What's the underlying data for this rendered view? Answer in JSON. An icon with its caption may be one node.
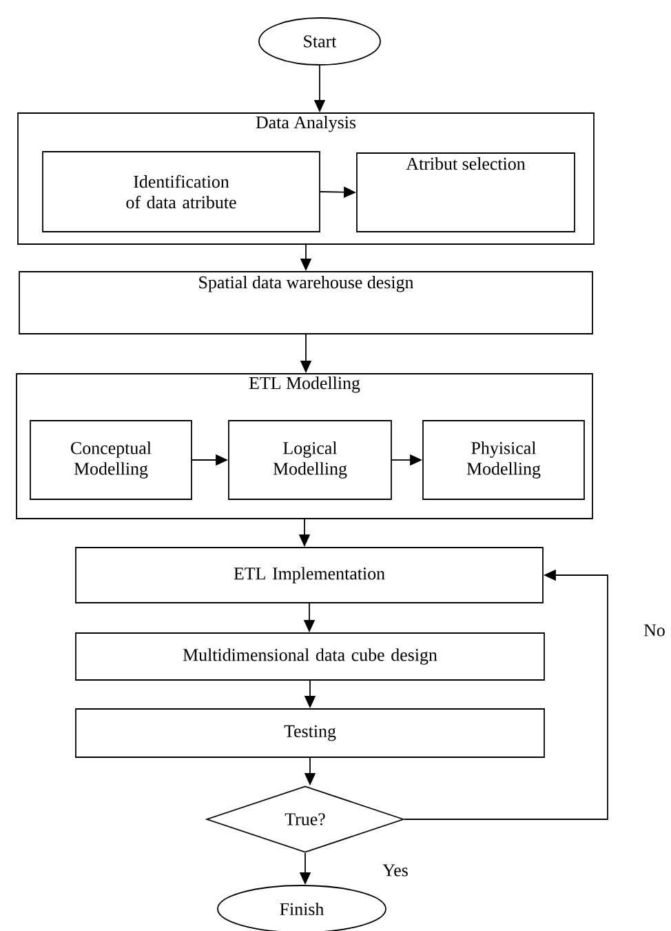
{
  "diagram": {
    "nodes": [
      {
        "text": [
          "Start"
        ]
      },
      {
        "text": [
          "Data Analysis"
        ]
      },
      {
        "text": [
          "Identification of data atribute"
        ],
        "in": 1
      },
      {
        "text": [
          "Atribut selection"
        ],
        "in": 1
      },
      {
        "text": [
          "Spatial data warehouse design"
        ]
      },
      {
        "text": [
          "ETL Modelling"
        ]
      },
      {
        "text": [
          "Conceptual Modelling"
        ],
        "in": 5
      },
      {
        "text": [
          "Logical Modelling"
        ],
        "in": 5
      },
      {
        "text": [
          "Phyisical Modelling"
        ],
        "in": 5
      },
      {
        "text": [
          "ETL Implementation"
        ]
      },
      {
        "text": [
          "Multidimensional data cube design"
        ]
      },
      {
        "text": [
          "Testing"
        ]
      },
      {
        "text": [
          "True?"
        ]
      },
      {
        "text": [
          "Finish"
        ]
      }
    ],
    "edges": [
      {
        "from": 0,
        "to": 1,
        "arrow": "to"
      },
      {
        "from": 2,
        "to": 3,
        "arrow": "to"
      },
      {
        "from": 1,
        "to": 4,
        "arrow": "to"
      },
      {
        "from": 4,
        "to": 5,
        "arrow": "to"
      },
      {
        "from": 6,
        "to": 7,
        "arrow": "to"
      },
      {
        "from": 7,
        "to": 8,
        "arrow": "to"
      },
      {
        "from": 5,
        "to": 9,
        "arrow": "to"
      },
      {
        "from": 9,
        "to": 10,
        "arrow": "to"
      },
      {
        "from": 10,
        "to": 11,
        "arrow": "to"
      },
      {
        "from": 11,
        "to": 12,
        "arrow": "to"
      },
      {
        "from": 12,
        "to": 13,
        "arrow": "to",
        "label": "Yes"
      },
      {
        "from": 12,
        "to": 9,
        "arrow": "to",
        "label": "No"
      }
    ]
  }
}
